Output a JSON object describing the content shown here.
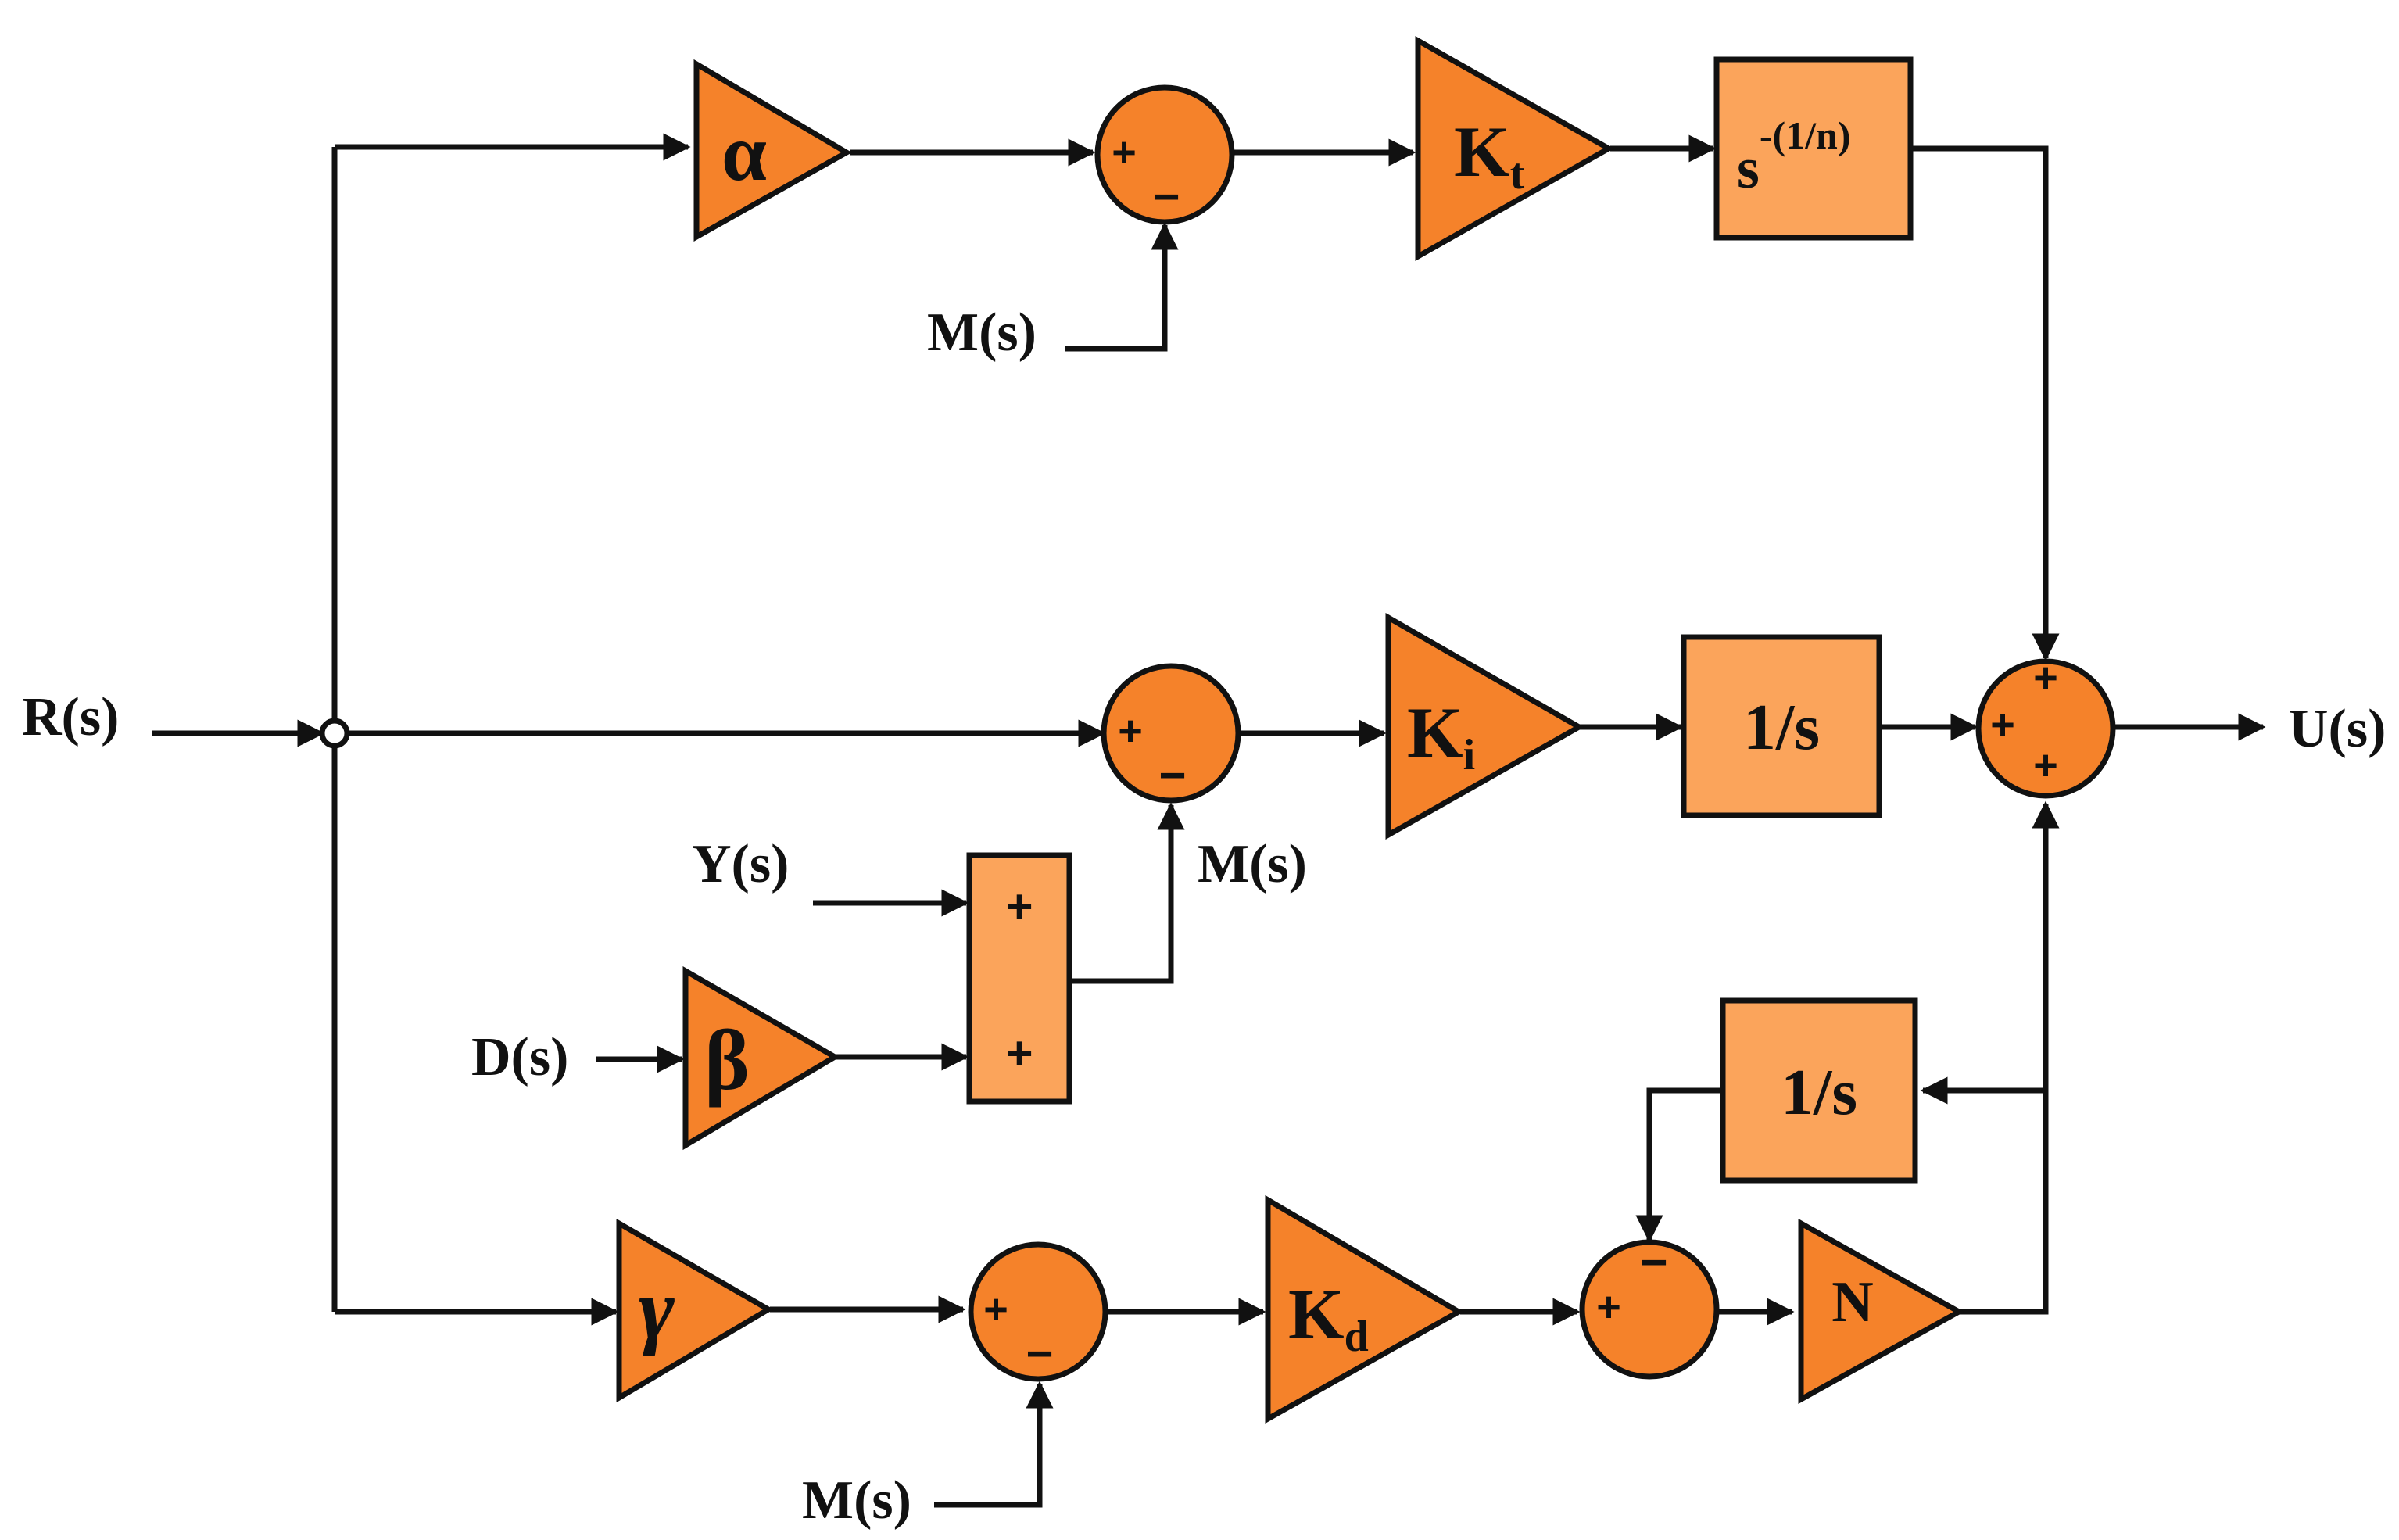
{
  "signals": {
    "r": "R(s)",
    "u": "U(s)",
    "y": "Y(s)",
    "d": "D(s)",
    "m_top": "M(s)",
    "m_mid": "M(s)",
    "m_bot": "M(s)"
  },
  "blocks": {
    "alpha": "α",
    "beta": "β",
    "gamma": "γ",
    "kt": "K",
    "kt_sub": "t",
    "ki": "K",
    "ki_sub": "i",
    "kd": "K",
    "kd_sub": "d",
    "n": "N",
    "frac_base": "s",
    "frac_exp": "-(1/n)",
    "int_main": "1/s",
    "int_filter": "1/s"
  },
  "signs": {
    "plus": "+",
    "minus": "−"
  },
  "colors": {
    "block_fill": "#f5822a",
    "rect_fill": "#fba45b",
    "line": "#111111"
  }
}
